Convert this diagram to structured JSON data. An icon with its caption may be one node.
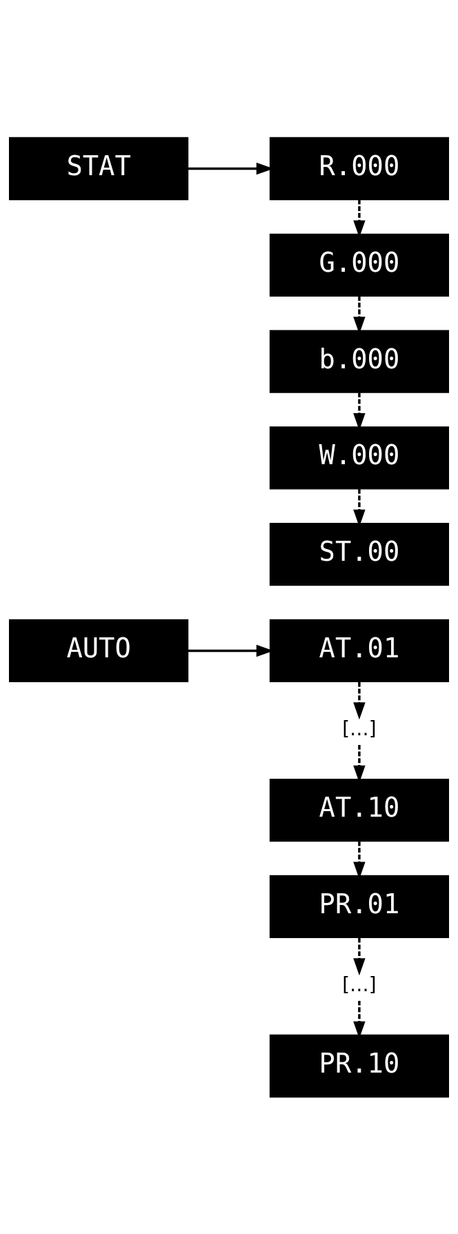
{
  "diagram": {
    "nodes": [
      {
        "text": [
          "STAT"
        ]
      },
      {
        "text": [
          "R.000"
        ]
      },
      {
        "text": [
          "G.000"
        ]
      },
      {
        "text": [
          "b.000"
        ]
      },
      {
        "text": [
          "W.000"
        ]
      },
      {
        "text": [
          "ST.00"
        ]
      },
      {
        "text": [
          "AUTO"
        ]
      },
      {
        "text": [
          "AT.01"
        ]
      },
      {
        "text": [
          "[…]"
        ]
      },
      {
        "text": [
          "AT.10"
        ]
      },
      {
        "text": [
          "PR.01"
        ]
      },
      {
        "text": [
          "[…]"
        ]
      },
      {
        "text": [
          "PR.10"
        ]
      }
    ],
    "edges": [
      {
        "from": 0,
        "to": 1,
        "arrow": "to"
      },
      {
        "from": 1,
        "to": 2,
        "arrow": "to",
        "style": "dashed"
      },
      {
        "from": 2,
        "to": 3,
        "arrow": "to",
        "style": "dashed"
      },
      {
        "from": 3,
        "to": 4,
        "arrow": "to",
        "style": "dashed"
      },
      {
        "from": 4,
        "to": 5,
        "arrow": "to",
        "style": "dashed"
      },
      {
        "from": 6,
        "to": 7,
        "arrow": "to"
      },
      {
        "from": 7,
        "to": 8,
        "arrow": "to",
        "style": "dashed"
      },
      {
        "from": 8,
        "to": 9,
        "arrow": "to",
        "style": "dashed"
      },
      {
        "from": 9,
        "to": 10,
        "arrow": "to",
        "style": "dashed"
      },
      {
        "from": 10,
        "to": 11,
        "arrow": "to",
        "style": "dashed"
      },
      {
        "from": 11,
        "to": 12,
        "arrow": "to",
        "style": "dashed"
      }
    ]
  }
}
